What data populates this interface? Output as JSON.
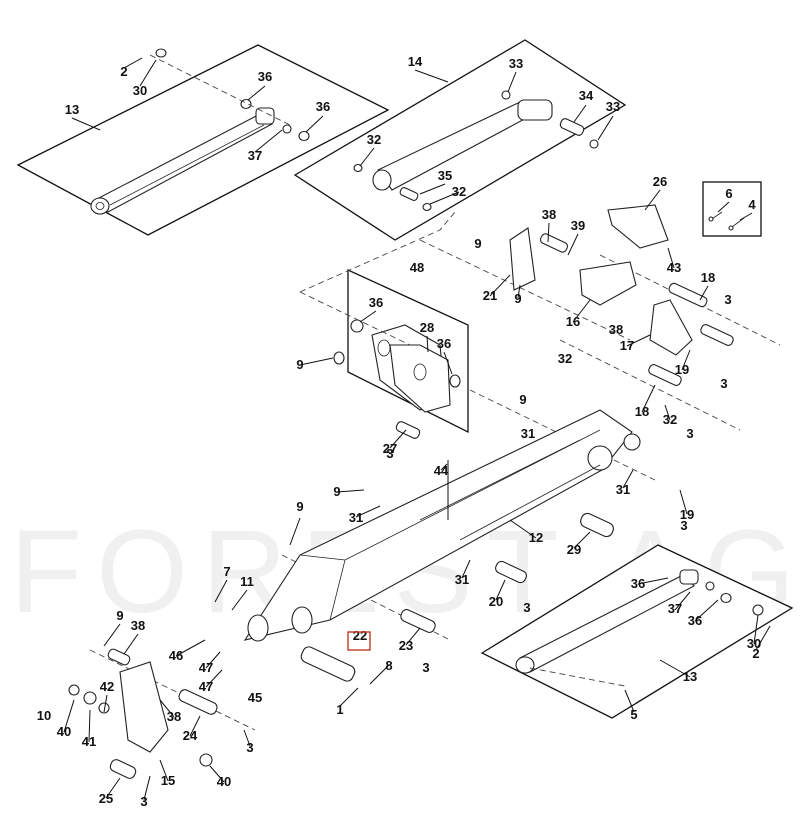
{
  "watermark": "FOREST AGRI",
  "callouts": [
    "1",
    "2",
    "2",
    "3",
    "3",
    "3",
    "3",
    "3",
    "3",
    "3",
    "3",
    "3",
    "4",
    "5",
    "6",
    "7",
    "8",
    "9",
    "9",
    "9",
    "9",
    "9",
    "9",
    "9",
    "10",
    "11",
    "12",
    "13",
    "13",
    "14",
    "15",
    "16",
    "17",
    "18",
    "18",
    "19",
    "19",
    "20",
    "21",
    "22",
    "23",
    "24",
    "25",
    "26",
    "27",
    "28",
    "29",
    "30",
    "30",
    "31",
    "31",
    "31",
    "31",
    "32",
    "32",
    "32",
    "32",
    "33",
    "33",
    "34",
    "35",
    "36",
    "36",
    "36",
    "36",
    "36",
    "36",
    "37",
    "37",
    "38",
    "38",
    "38",
    "38",
    "39",
    "40",
    "40",
    "41",
    "42",
    "43",
    "44",
    "45",
    "46",
    "47",
    "47",
    "48"
  ],
  "highlighted_callout": "22"
}
